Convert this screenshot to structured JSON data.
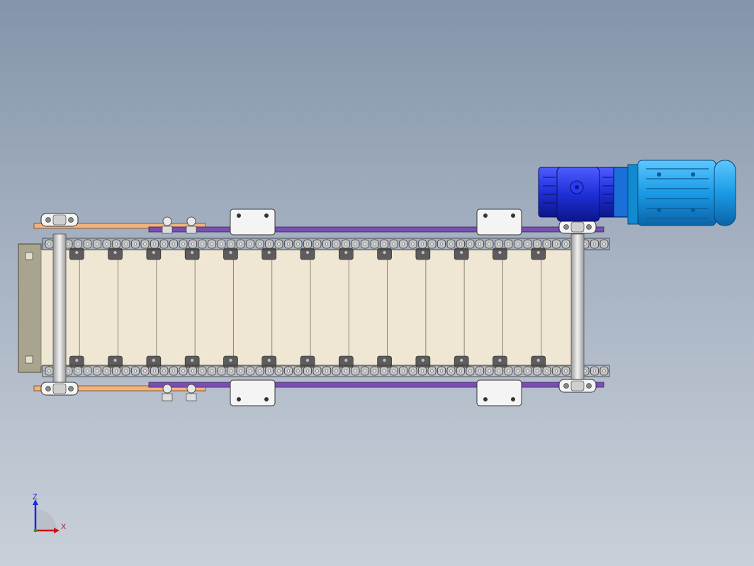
{
  "view": {
    "background_top": "#8494aa",
    "background_bottom": "#c9d0d9"
  },
  "model": {
    "colors": {
      "belt": "#efe6d3",
      "slat_line": "#8a8574",
      "chain": "#c5c5c5",
      "cleat": "#5c5c5c",
      "rail_orange": "#f2b27c",
      "rail_purple": "#7a4fb0",
      "bracket": "#f4f4f4",
      "gearbox": "#1e2fd8",
      "motor": "#1a9be6",
      "end_plate": "#a8a48e"
    },
    "slat_count": 14,
    "motor_icon": "motor-gearbox-icon"
  },
  "triad": {
    "z_label": "Z",
    "x_label": "X",
    "z_color": "#1a2ad8",
    "x_color": "#d01010"
  }
}
